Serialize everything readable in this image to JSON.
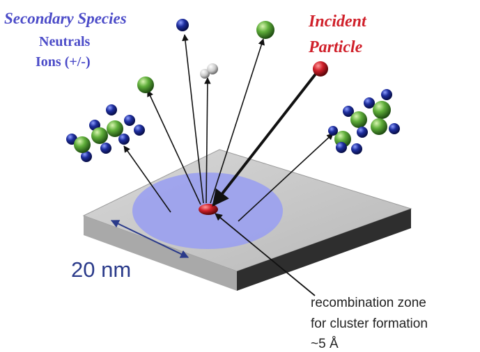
{
  "labels": {
    "secondary_species": "Secondary Species",
    "neutrals": "Neutrals",
    "ions": "Ions (+/-)",
    "incident_line1": "Incident",
    "incident_line2": "Particle",
    "scale": "20 nm",
    "recomb_line1": "recombination zone",
    "recomb_line2": "for cluster formation",
    "recomb_line3": "~5 Å"
  },
  "colors": {
    "secondary": "#4b4bc8",
    "incident": "#d0202a",
    "scale_text": "#2a3a8a",
    "note_text": "#222222",
    "impact_zone": "#9aa0f0",
    "plate_top": "#c8c8c8",
    "plate_side": "#3a3a3a",
    "green_atom": "#3f8a2a",
    "blue_atom": "#1a2a8a"
  }
}
